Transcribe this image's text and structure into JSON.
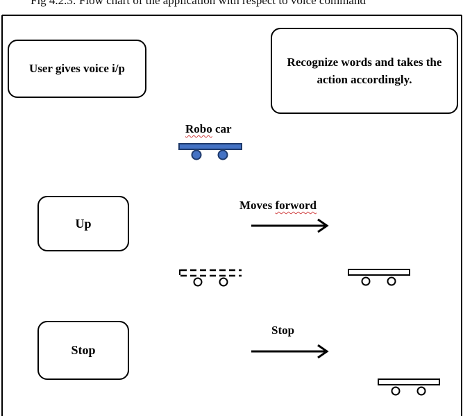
{
  "title_top": "Fig 4.2.3: Flow chart of the application with respect to voice command",
  "boxes": {
    "user_input": "User gives voice i/p",
    "recognize": "Recognize words and takes the action accordingly.",
    "up": "Up",
    "stop": "Stop"
  },
  "labels": {
    "robo": "Robo",
    "car": "car",
    "moves": "Moves",
    "forword": "forword",
    "stop_action": "Stop"
  },
  "colors": {
    "car_body": "#4472c4",
    "car_outline": "#1f3a6b",
    "stroke": "#000000"
  }
}
